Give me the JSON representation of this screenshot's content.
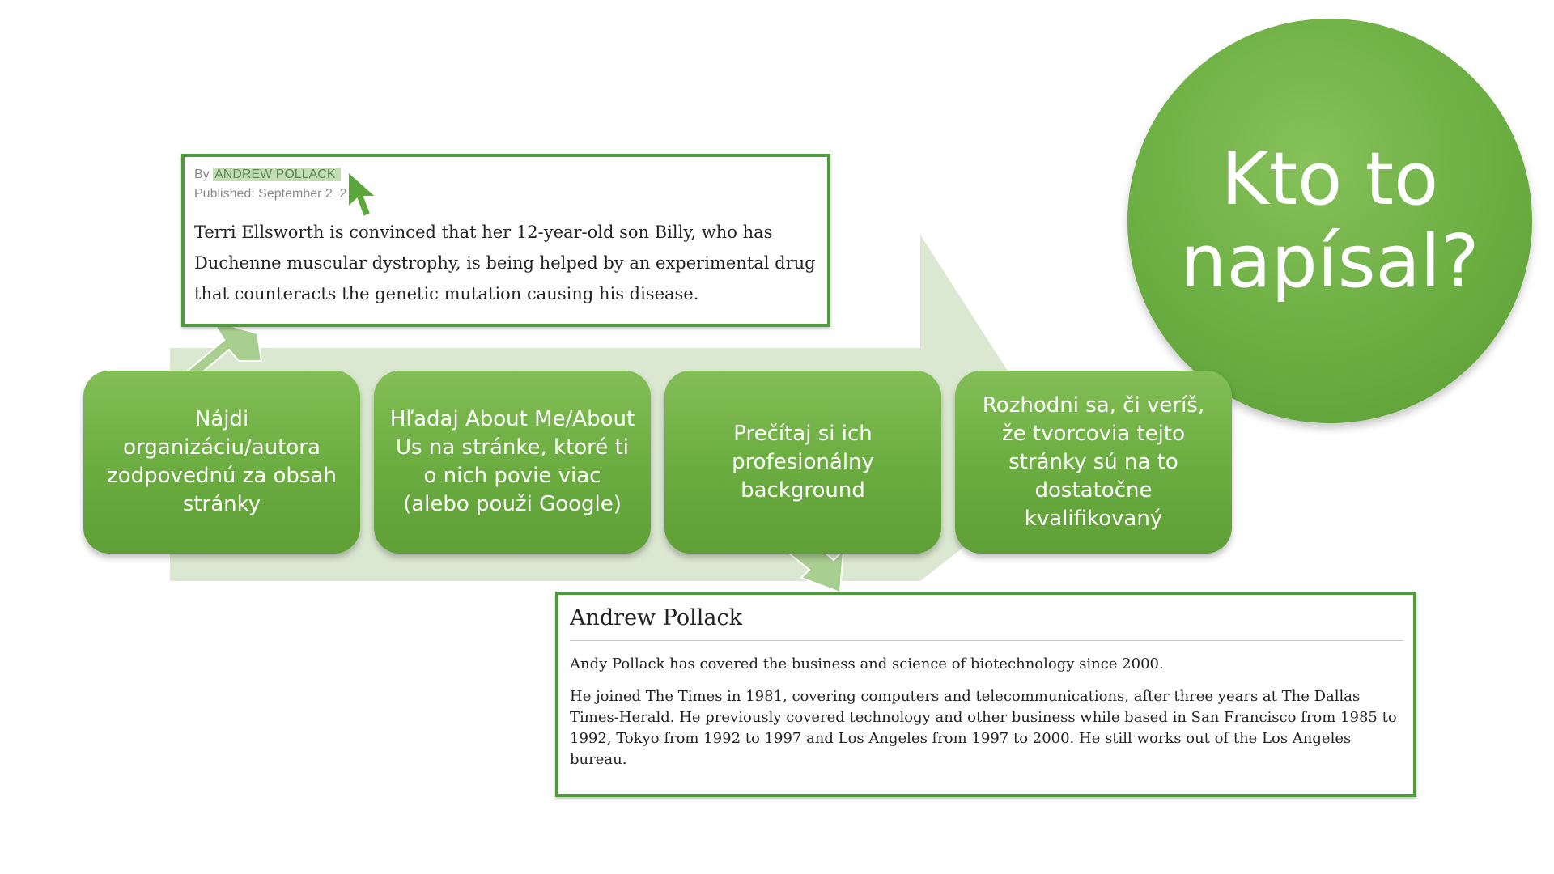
{
  "title": "Kto to napísal?",
  "steps": [
    {
      "label": "Nájdi organizáciu/autora zodpovednú za obsah stránky"
    },
    {
      "label": "Hľadaj About Me/About Us na stránke, ktoré ti o nich povie viac (alebo použi Google)"
    },
    {
      "label": "Prečítaj si ich profesionálny background"
    },
    {
      "label": "Rozhodni sa, či veríš, že tvorcovia tejto stránky sú na to dostatočne kvalifikovaný"
    }
  ],
  "article": {
    "by": "By",
    "author": "ANDREW POLLACK",
    "published": "Published: September 2  2013",
    "body": "Terri Ellsworth is convinced that her 12-year-old son Billy, who has Duchenne muscular dystrophy, is being helped by an experimental drug that counteracts the genetic mutation causing his disease."
  },
  "bio": {
    "name": "Andrew Pollack",
    "paragraph_1": "Andy Pollack has covered the business and science of biotechnology since 2000.",
    "paragraph_2": "He joined The Times in 1981, covering computers and telecommunications, after three years at The Dallas Times-Herald. He previously covered technology and other business while based in San Francisco from 1985 to 1992, Tokyo from 1992 to 1997 and Los Angeles from 1997 to 2000. He still works out of the Los Angeles bureau."
  },
  "colors": {
    "accent_green": "#6aac40",
    "light_arrow": "#dbe8d1",
    "border_green": "#4f9a3a"
  }
}
